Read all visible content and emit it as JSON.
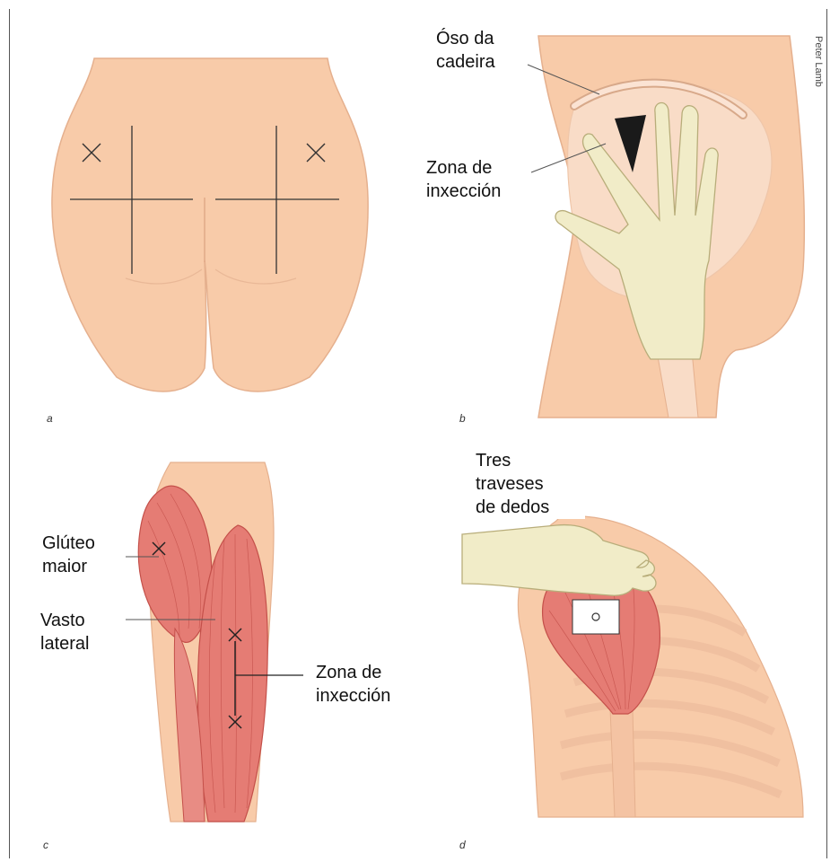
{
  "panels": {
    "a": {
      "letter": "a"
    },
    "b": {
      "letter": "b",
      "label_bone": "Óso da\ncadeira",
      "label_zone": "Zona de\ninxección"
    },
    "c": {
      "letter": "c",
      "label_gluteus": "Glúteo\nmaior",
      "label_vastus": "Vasto\nlateral",
      "label_zone": "Zona de\ninxección"
    },
    "d": {
      "letter": "d",
      "label_fingers": "Tres\ntraveses\nde dedos"
    }
  },
  "credit": "Peter Lamb",
  "colors": {
    "skin": "#f7c9a8",
    "skin_outline": "#e2a886",
    "muscle": "#e8827a",
    "muscle_dark": "#c9524c",
    "glove": "#f1ecc8",
    "bone": "#f9d9c4"
  }
}
